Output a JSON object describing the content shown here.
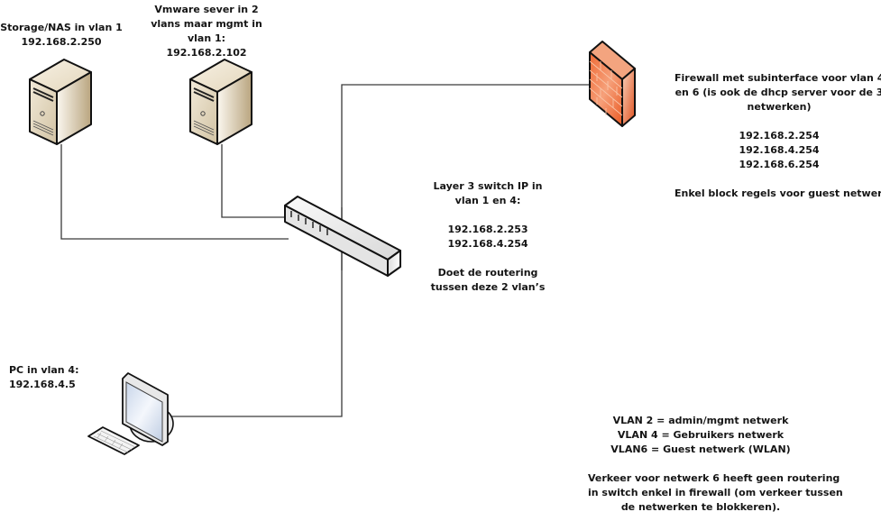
{
  "diagram": {
    "title": "",
    "nodes": {
      "storage": {
        "type": "server",
        "icon": "server-tower-icon",
        "label_lines": [
          "Storage/NAS in vlan 1",
          "192.168.2.250"
        ]
      },
      "vmware": {
        "type": "server",
        "icon": "server-tower-icon",
        "label_lines": [
          "Vmware sever in 2",
          "vlans maar mgmt in",
          "vlan 1:",
          "192.168.2.102"
        ]
      },
      "firewall": {
        "type": "firewall",
        "icon": "firewall-brick-wall-icon",
        "label_lines": [
          "Firewall met subinterface voor vlan 4",
          "en 6 (is ook de dhcp server voor de 3",
          "netwerken)"
        ],
        "ips": [
          "192.168.2.254",
          "192.168.4.254",
          "192.168.6.254"
        ],
        "note": "Enkel block regels voor guest netwerk"
      },
      "switch": {
        "type": "layer3-switch",
        "icon": "network-switch-icon",
        "label_lines": [
          "Layer 3 switch IP in",
          "vlan 1 en 4:"
        ],
        "ips": [
          "192.168.2.253",
          "192.168.4.254"
        ],
        "note_lines": [
          "Doet de routering",
          "tussen deze 2 vlan’s"
        ]
      },
      "pc": {
        "type": "workstation",
        "icon": "desktop-pc-icon",
        "label_lines": [
          "PC in vlan 4:",
          "192.168.4.5"
        ]
      }
    },
    "edges": [
      {
        "from": "storage",
        "to": "switch"
      },
      {
        "from": "vmware",
        "to": "switch"
      },
      {
        "from": "switch",
        "to": "firewall"
      },
      {
        "from": "switch",
        "to": "pc"
      }
    ],
    "legend": {
      "vlans": [
        "VLAN 2 = admin/mgmt netwerk",
        "VLAN 4 = Gebruikers netwerk",
        "VLAN6 = Guest netwerk (WLAN)"
      ],
      "note_lines": [
        "Verkeer voor netwerk 6 heeft geen routering",
        "in switch enkel in firewall (om verkeer tussen",
        "de netwerken te blokkeren)."
      ]
    },
    "colors": {
      "line": "#3a3a3a",
      "server_body": "#e8dcc4",
      "firewall_brick": "#f0703a",
      "switch_body": "#e6e6e6",
      "outline": "#111111"
    }
  }
}
